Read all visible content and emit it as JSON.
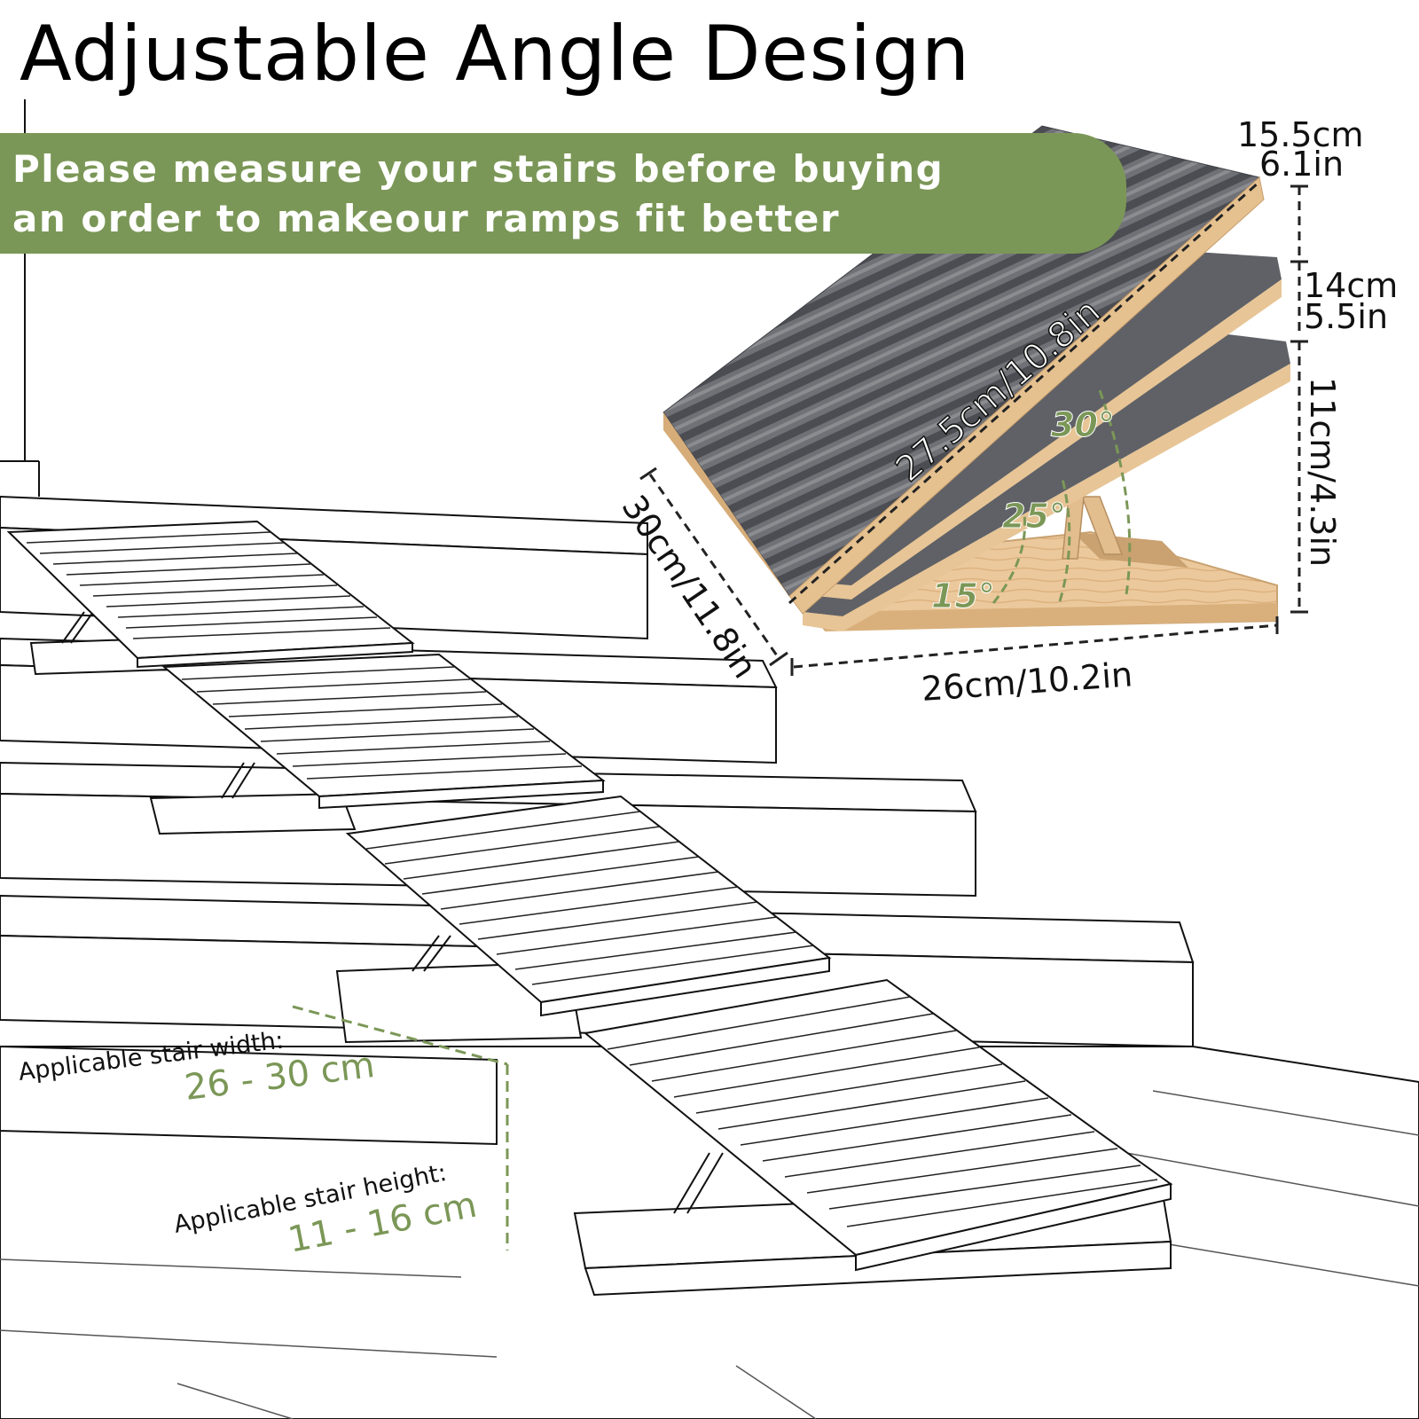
{
  "title": "Adjustable Angle Design",
  "banner": {
    "line1": "Please measure your stairs before buying",
    "line2": "an order to makeour ramps fit better"
  },
  "dimensions": {
    "board_length": "27.5cm/10.8in",
    "depth": "30cm/11.8in",
    "base_length": "26cm/10.2in",
    "height_top_cm": "15.5cm",
    "height_top_in": "6.1in",
    "height_mid_cm": "14cm",
    "height_mid_in": "5.5in",
    "height_low": "11cm/4.3in"
  },
  "angles": {
    "a1": "15°",
    "a2": "25°",
    "a3": "30°"
  },
  "stair_width": {
    "label": "Applicable stair width:",
    "value": "26 - 30 cm"
  },
  "stair_height": {
    "label": "Applicable stair height:",
    "value": "11 - 16 cm"
  },
  "colors": {
    "accent_green": "#7b9757",
    "carpet_gray": "#6f7176",
    "wood": "#e9c9a0",
    "dim_line": "#222222"
  }
}
